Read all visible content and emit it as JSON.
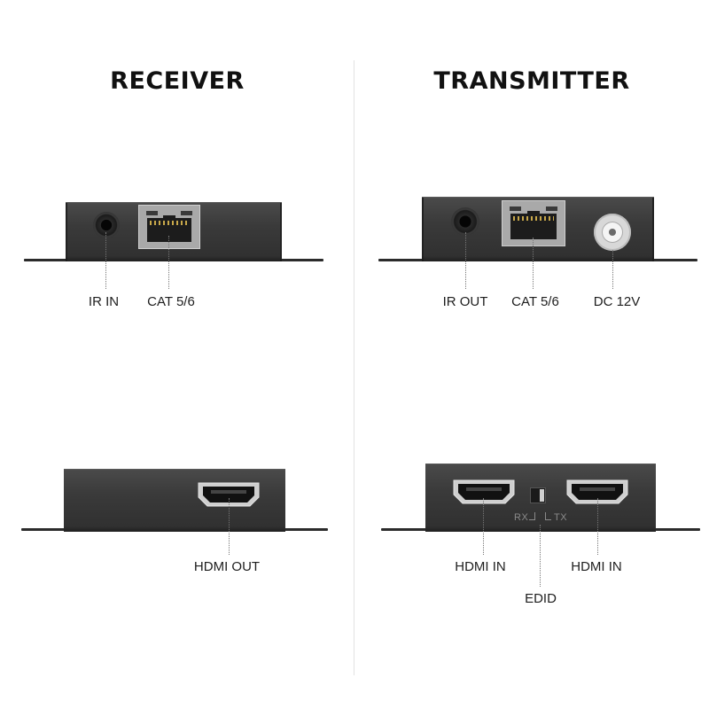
{
  "receiver": {
    "title": "RECEIVER",
    "top_labels": [
      "IR IN",
      "CAT 5/6"
    ],
    "bottom_labels": [
      "HDMI OUT"
    ]
  },
  "transmitter": {
    "title": "TRANSMITTER",
    "top_labels": [
      "IR OUT",
      "CAT 5/6",
      "DC 12V"
    ],
    "bottom_labels": [
      "HDMI IN",
      "HDMI IN",
      "EDID"
    ],
    "switch_labels": {
      "rx": "RX",
      "tx": "TX"
    }
  },
  "icons": [
    "audio-jack-icon",
    "rj45-port-icon",
    "dc-power-port-icon",
    "hdmi-port-icon",
    "dip-switch-icon"
  ],
  "colors": {
    "device_body": "#3a3a3a",
    "port_gray": "#a9a9a9",
    "text": "#1e1e1e",
    "divider": "#e2e2e2"
  }
}
